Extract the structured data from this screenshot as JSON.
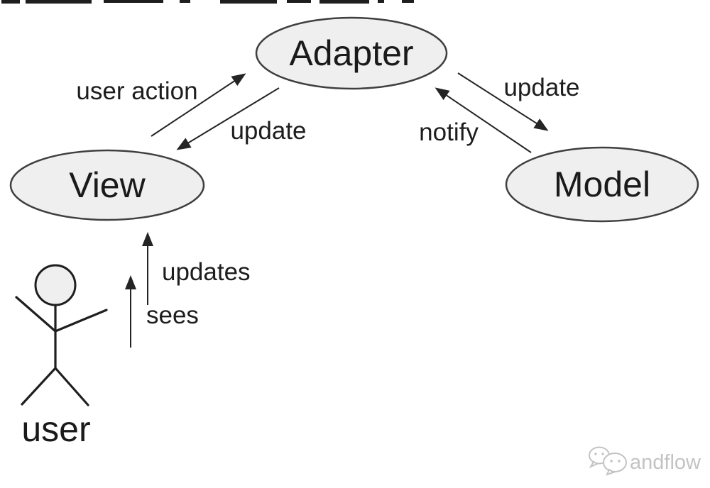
{
  "diagram": {
    "type": "model-view-adapter-pattern",
    "nodes": [
      {
        "id": "adapter",
        "label": "Adapter"
      },
      {
        "id": "view",
        "label": "View"
      },
      {
        "id": "model",
        "label": "Model"
      }
    ],
    "edges": [
      {
        "from": "view",
        "to": "adapter",
        "label": "user action"
      },
      {
        "from": "adapter",
        "to": "view",
        "label": "update"
      },
      {
        "from": "adapter",
        "to": "model",
        "label": "update"
      },
      {
        "from": "model",
        "to": "adapter",
        "label": "notify"
      },
      {
        "from": "view",
        "to": "user",
        "label": "updates"
      },
      {
        "from": "user",
        "to": "view",
        "label": "sees"
      }
    ],
    "actor": {
      "id": "user",
      "label": "user"
    }
  },
  "watermark": {
    "text": "andflow",
    "icon": "wechat-bubbles-icon"
  },
  "colors": {
    "background": "#ffffff",
    "node_fill": "#efefef",
    "node_stroke": "#3f3f3f",
    "line": "#242424",
    "text": "#1a1a1a",
    "watermark": "#c3c3c3"
  }
}
